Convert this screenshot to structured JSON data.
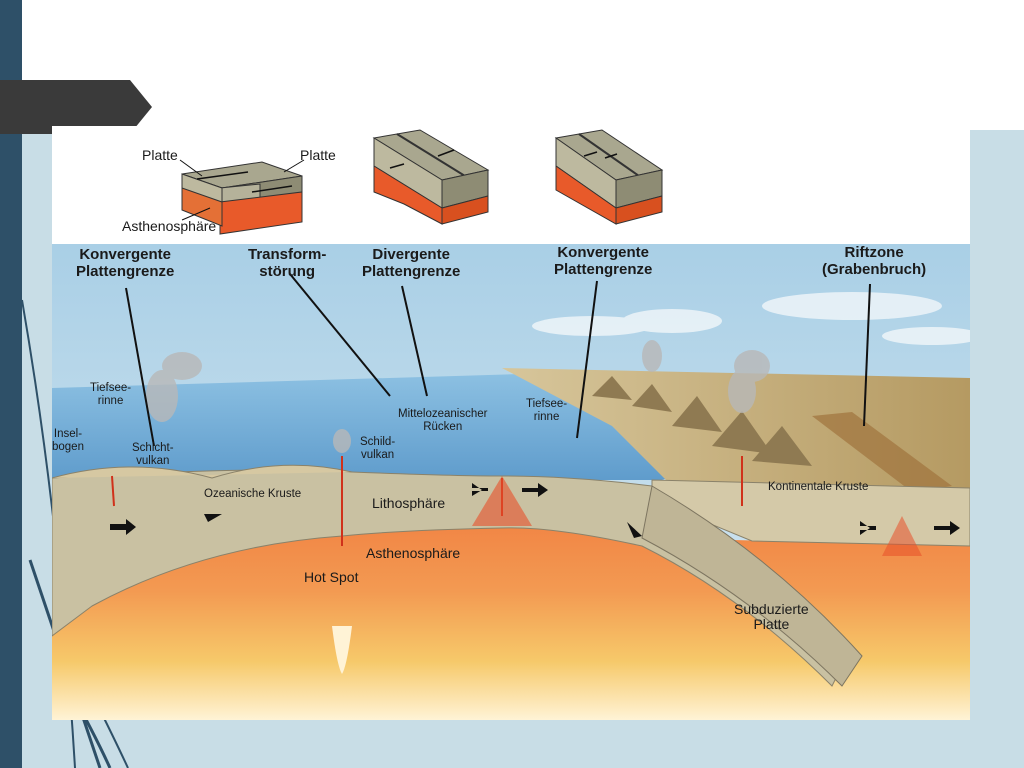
{
  "colors": {
    "frame": "#2e5068",
    "frame_light": "#c8dde6",
    "tab": "#3a3a3a",
    "sky": "#bcd9ea",
    "sea": "#7fb4d9",
    "lithosphere": "#c9c1a2",
    "asthenosphere": "#f07a3e",
    "deep_mantle": "#f6c96a"
  },
  "inset_blocks": {
    "plate_left": "Platte",
    "plate_right": "Platte",
    "asthenosphere": "Asthenosphäre"
  },
  "headers": {
    "convergent_1": [
      "Konvergente",
      "Plattengrenze"
    ],
    "transform": [
      "Transform-",
      "störung"
    ],
    "divergent": [
      "Divergente",
      "Plattengrenze"
    ],
    "convergent_2": [
      "Konvergente",
      "Plattengrenze"
    ],
    "rift": [
      "Riftzone",
      "(Grabenbruch)"
    ]
  },
  "labels": {
    "tiefsee_rinne_left": [
      "Tiefsee-",
      "rinne"
    ],
    "insel_bogen": [
      "Insel-",
      "bogen"
    ],
    "schicht_vulkan": [
      "Schicht-",
      "vulkan"
    ],
    "schild_vulkan": [
      "Schild-",
      "vulkan"
    ],
    "mittelozeanischer_ruecken": [
      "Mittelozeanischer",
      "Rücken"
    ],
    "tiefsee_rinne_right": [
      "Tiefsee-",
      "rinne"
    ],
    "ozeanische_kruste": "Ozeanische Kruste",
    "lithosphaere": "Lithosphäre",
    "kontinentale_kruste": "Kontinentale Kruste",
    "asthenosphaere": "Asthenosphäre",
    "hot_spot": "Hot Spot",
    "subduzierte_platte": [
      "Subduzierte",
      "Platte"
    ]
  }
}
